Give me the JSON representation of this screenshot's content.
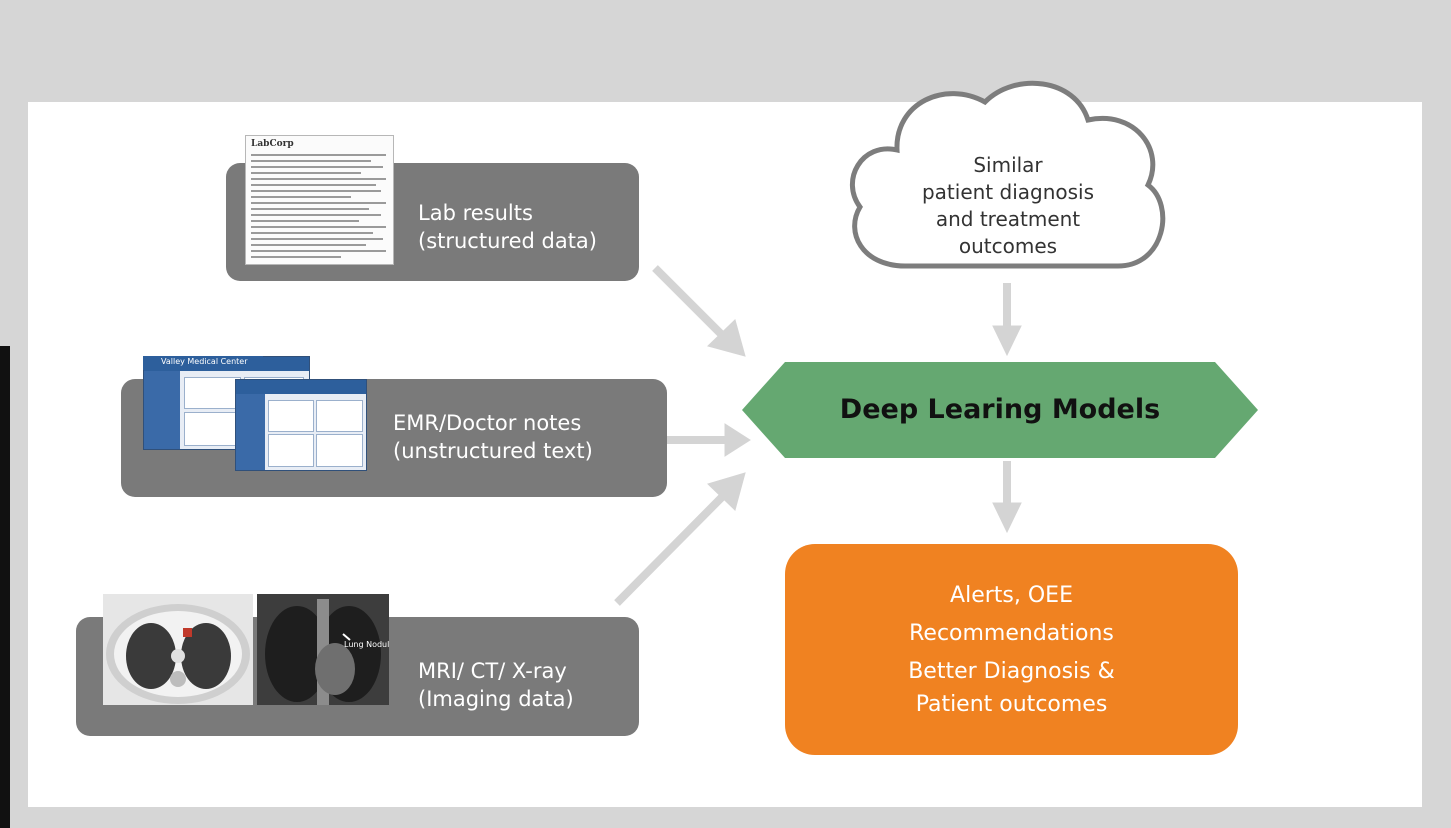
{
  "sources": [
    {
      "line1": "Lab results",
      "line2": "(structured data)"
    },
    {
      "line1": "EMR/Doctor notes",
      "line2": "(unstructured text)"
    },
    {
      "line1": "MRI/ CT/ X-ray",
      "line2": "(Imaging data)"
    }
  ],
  "cloud": {
    "lines": [
      "Similar",
      "patient diagnosis",
      "and treatment",
      "outcomes"
    ]
  },
  "model": {
    "label": "Deep Learing Models"
  },
  "output": {
    "lines": [
      "Alerts, OEE",
      "Recommendations",
      "Better Diagnosis &",
      "Patient outcomes"
    ]
  },
  "thumbnails": {
    "lab_header": "LabCorp",
    "emr_header": "Valley Medical Center",
    "xray_label": "Lung Nodule"
  },
  "colors": {
    "source_box": "#7a7a7a",
    "model_hex": "#65a871",
    "output_box": "#f08221",
    "arrow": "#d4d4d4",
    "cloud_stroke": "#7d7d7d"
  }
}
